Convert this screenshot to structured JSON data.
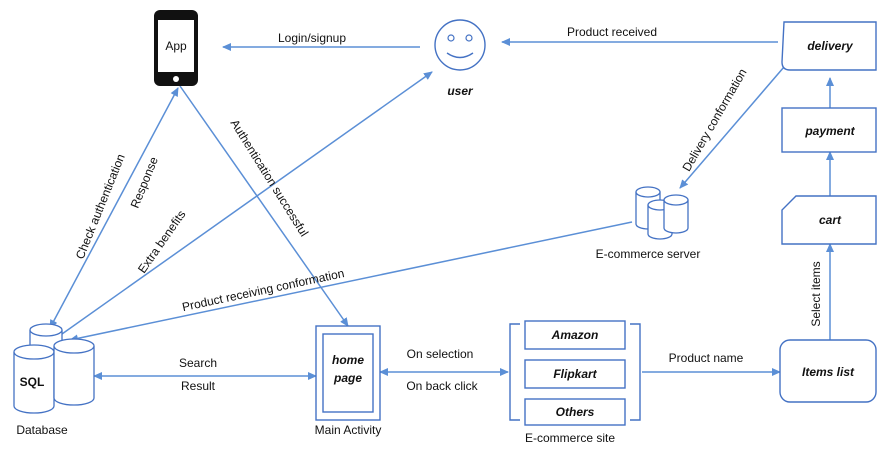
{
  "nodes": {
    "app": "App",
    "user": "user",
    "delivery": "delivery",
    "payment": "payment",
    "cart": "cart",
    "items_list": "Items  list",
    "ecommerce_server": "E-commerce  server",
    "database_icon": "SQL",
    "database": "Database",
    "home_page_line1": "home",
    "home_page_line2": "page",
    "main_activity": "Main Activity",
    "amazon": "Amazon",
    "flipkart": "Flipkart",
    "others": "Others",
    "ecommerce_site": "E-commerce  site"
  },
  "edges": {
    "login_signup": "Login/signup",
    "product_received": "Product received",
    "delivery_conformation": "Delivery  conformation",
    "check_authentication": "Check  authentication",
    "response": "Response",
    "extra_benefits": "Extra benefits",
    "authentication_successful": "Authentication  successful",
    "product_receiving_conformation": "Product receiving  conformation",
    "search": "Search",
    "result": "Result",
    "on_selection": "On selection",
    "on_back_click": "On back click",
    "product_name": "Product name",
    "select_items": "Select  items"
  },
  "colors": {
    "accent": "#4472c4",
    "arrow": "#5b8fd6",
    "text": "#111111"
  }
}
